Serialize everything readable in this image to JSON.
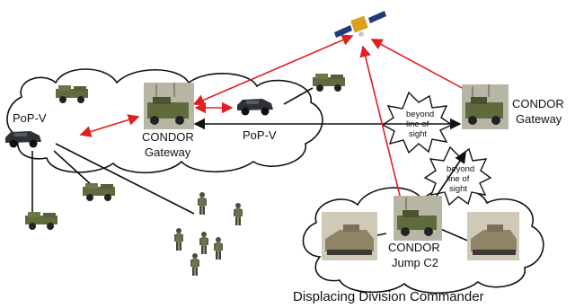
{
  "labels": {
    "popv_left": "PoP-V",
    "popv_center": "PoP-V",
    "condor_left_line1": "CONDOR",
    "condor_left_line2": "Gateway",
    "condor_right_line1": "CONDOR",
    "condor_right_line2": "Gateway",
    "condor_jump_line1": "CONDOR",
    "condor_jump_line2": "Jump C2",
    "caption": "Displacing Division Commander"
  },
  "bursts": [
    {
      "line1": "beyond",
      "line2": "line of",
      "line3": "sight"
    },
    {
      "line1": "beyond",
      "line2": "line of",
      "line3": "sight"
    }
  ],
  "colors": {
    "red_link": "#e0201e",
    "black_link": "#111111",
    "vehicle_green": "#5f6b3c",
    "humvee_dark": "#2e3136",
    "tank_tan": "#8f8467",
    "satellite_gold": "#d8a21c",
    "satellite_panel": "#203a7a"
  },
  "icons": {
    "satellite": "satellite-icon",
    "truck": "military-truck-icon",
    "humvee": "humvee-icon",
    "tank": "tank-icon",
    "soldier": "soldier-icon"
  }
}
